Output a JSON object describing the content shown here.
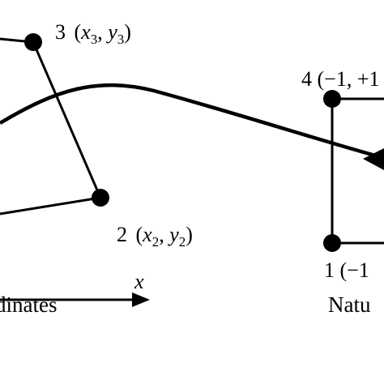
{
  "figure": {
    "nodes": {
      "node3": {
        "num": "3",
        "open": "(",
        "x": "x",
        "xsub": "3",
        "comma": ", ",
        "y": "y",
        "ysub": "3",
        "close": ")"
      },
      "node2": {
        "num": "2",
        "open": "(",
        "x": "x",
        "xsub": "2",
        "comma": ", ",
        "y": "y",
        "ysub": "2",
        "close": ")"
      },
      "node4": {
        "text": "4 (−1, +1"
      },
      "node1": {
        "text": "1 (−1"
      }
    },
    "axis_x_label": "x",
    "left_caption": "dinates",
    "right_caption": "Natu"
  }
}
